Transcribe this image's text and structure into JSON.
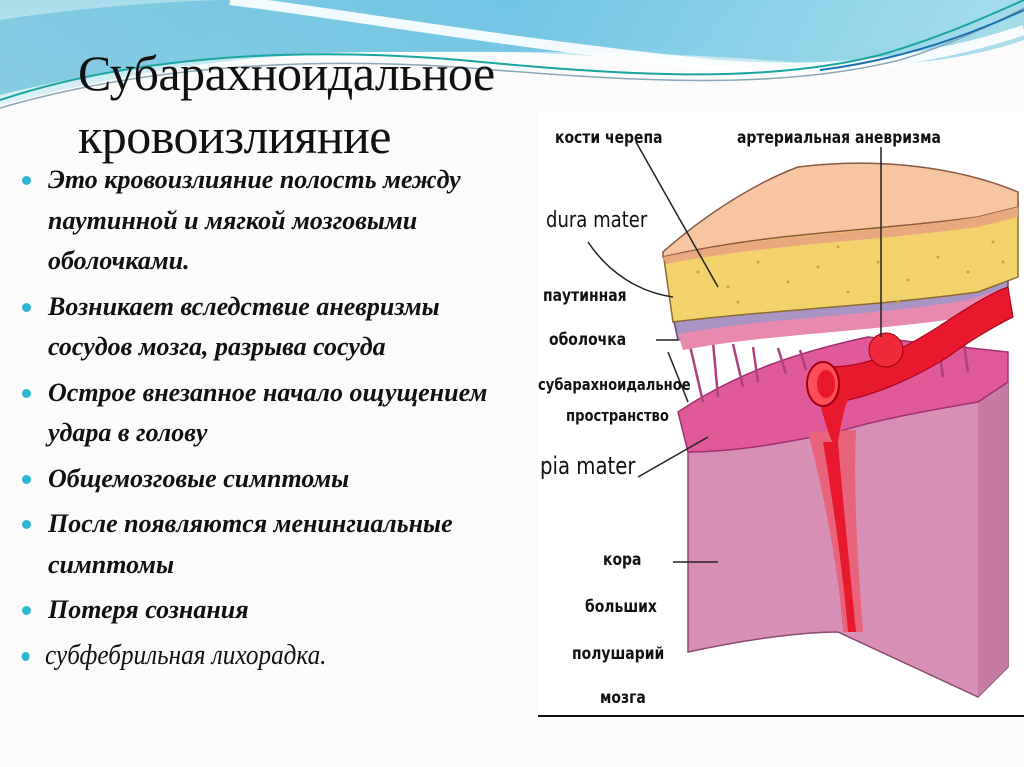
{
  "slide": {
    "title_lines": [
      "Субарахноидальное",
      "кровоизлияние"
    ],
    "bullet_color": "#2bb8d0",
    "bullets": [
      {
        "text": "Это кровоизлияние полость между паутинной и мягкой мозговыми оболочками."
      },
      {
        "text": "Возникает вследствие аневризмы сосудов мозга, разрыва сосуда"
      },
      {
        "text": "Острое внезапное начало ощущением удара в голову"
      },
      {
        "text": "Общемозговые симптомы"
      },
      {
        "text": "После появляются менингиальные симптомы"
      },
      {
        "text": "Потеря сознания"
      },
      {
        "text": "субфебрильная лихорадка."
      }
    ]
  },
  "figure": {
    "labels": {
      "skull_bones": "кости черепа",
      "arterial_aneurysm": "артериальная аневризма",
      "dura_mater": "dura mater",
      "arachnoid_line1": "паутинная",
      "arachnoid_line2": "оболочка",
      "subarachnoid_line1": "субарахноидальное",
      "subarachnoid_line2": "пространство",
      "pia_mater": "pia mater",
      "cortex_line1": "кора",
      "cortex_line2": "больших",
      "cortex_line3": "полушарий",
      "cortex_line4": "мозга"
    },
    "colors": {
      "skull_outer": "#f5c6a0",
      "skull_spongy": "#f2d36b",
      "arachnoid": "#9a88b8",
      "pia": "#e0508a",
      "vessel": "#e8192c",
      "cortex": "#d98cb4"
    }
  }
}
